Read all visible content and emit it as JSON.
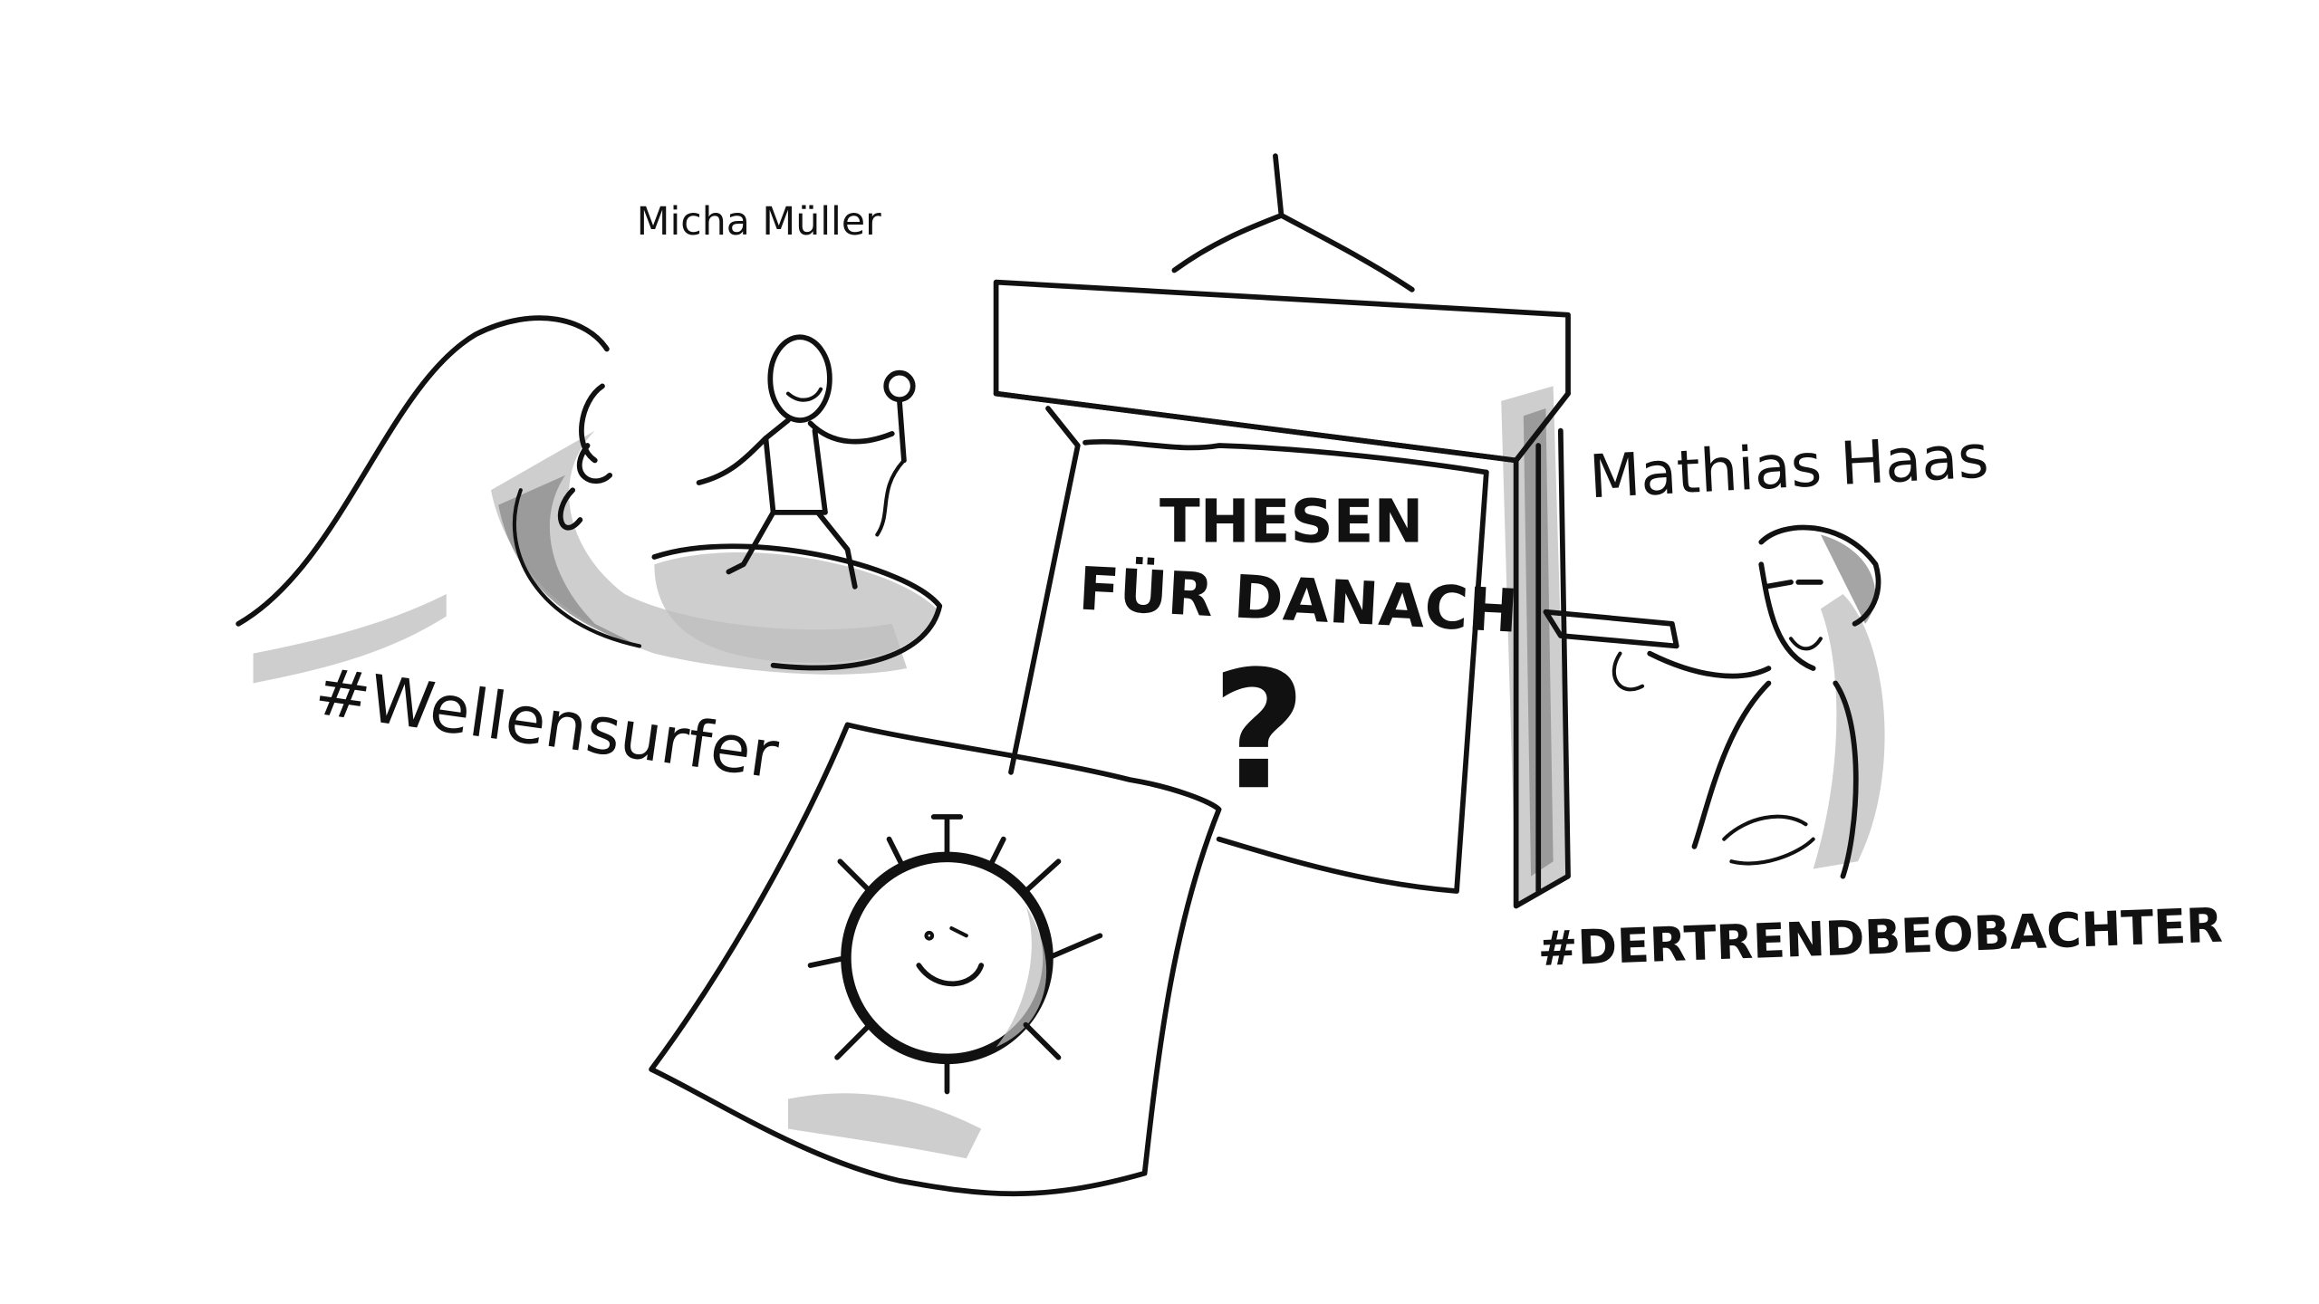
{
  "surfer": {
    "name": "Micha Müller",
    "hashtag": "#Wellensurfer"
  },
  "flipchart": {
    "title_line1": "THESEN",
    "title_line2": "FÜR DANACH",
    "question_mark": "?"
  },
  "presenter": {
    "name": "Mathias Haas",
    "hashtag": "#DERTRENDBEOBACHTER"
  },
  "colors": {
    "ink": "#111111",
    "shade": "#bdbdbd",
    "background": "#ffffff"
  }
}
